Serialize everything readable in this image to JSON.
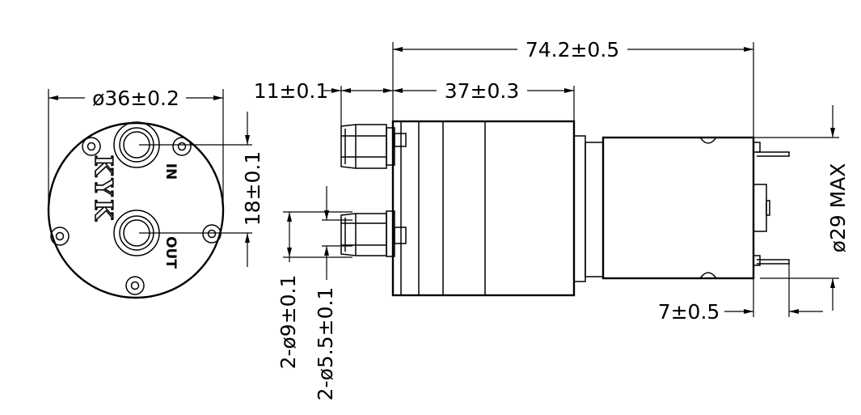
{
  "brand": "KYK",
  "ports": {
    "in_label": "IN",
    "out_label": "OUT"
  },
  "dimensions": {
    "diameter_body": "ø36±0.2",
    "port_spacing": "18±0.1",
    "inlet_length": "11±0.1",
    "head_length": "37±0.3",
    "overall_length": "74.2±0.5",
    "motor_diameter": "ø29 MAX",
    "terminal_length": "7±0.5",
    "barb_od": "2-ø9±0.1",
    "barb_id": "2-ø5.5±0.1"
  }
}
